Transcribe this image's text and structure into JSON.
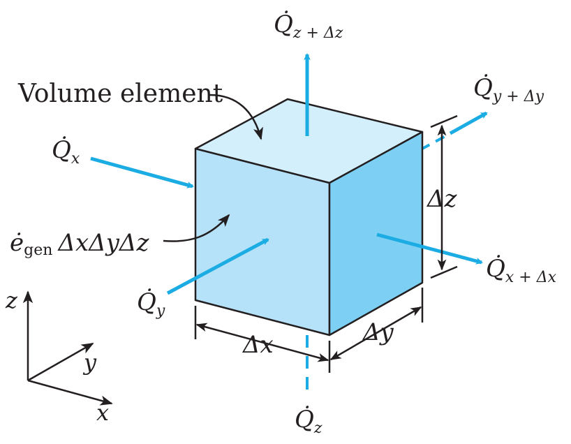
{
  "volume_label": "Volume element",
  "gen_label": {
    "symbol": "ė",
    "subscript": "gen",
    "expression": "ΔxΔyΔz"
  },
  "heat_flows": {
    "q_x": {
      "symbol": "Q̇",
      "subscript": "x"
    },
    "q_y": {
      "symbol": "Q̇",
      "subscript": "y"
    },
    "q_z": {
      "symbol": "Q̇",
      "subscript": "z"
    },
    "q_x_dx": {
      "symbol": "Q̇",
      "subscript": "x + Δx"
    },
    "q_y_dy": {
      "symbol": "Q̇",
      "subscript": "y + Δy"
    },
    "q_z_dz": {
      "symbol": "Q̇",
      "subscript": "z + Δz"
    }
  },
  "dimensions": {
    "dx": "Δx",
    "dy": "Δy",
    "dz": "Δz"
  },
  "axes": {
    "x": "x",
    "y": "y",
    "z": "z"
  },
  "colors": {
    "arrow": "#1aace3",
    "face_top": "#d3effc",
    "face_front": "#b6e2f9",
    "face_side": "#7dd0f4",
    "ink": "#231f20"
  }
}
